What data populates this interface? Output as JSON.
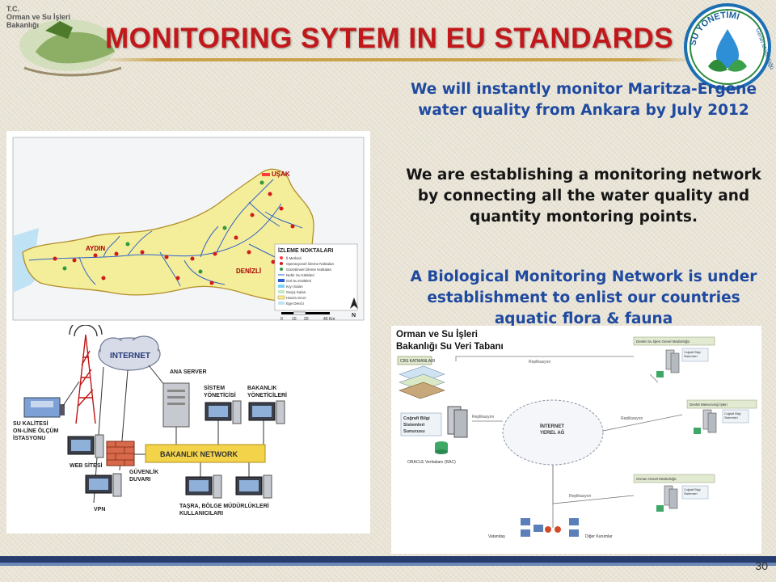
{
  "ministry_logo": {
    "line1": "T.C.",
    "line2": "Orman ve Su İşleri",
    "line3": "Bakanlığı"
  },
  "title": "MONITORING SYTEM IN EU STANDARDS",
  "dsi_logo": {
    "text_su": "SU YÖNETİMİ",
    "text_genel": "Genel Müdürlüğü"
  },
  "paragraphs": {
    "p1": "We will instantly monitor Maritza-Ergene water quality from Ankara by July 2012",
    "p2": "We are establishing a monitoring network by connecting all the water quality and quantity montoring points.",
    "p3": "A Biological Monitoring Network is under establishment to enlist our countries aquatic flora & fauna"
  },
  "map": {
    "city_usak": "UŞAK",
    "city_aydin": "AYDIN",
    "city_denizli": "DENİZLİ",
    "legend_title": "İZLEME NOKTALARI",
    "legend_items": [
      "İl Merkezi",
      "Operasyonel İzleme Noktaları",
      "Gözetimsel İzleme Noktaları",
      "Nehir Su Kütleleri",
      "Göl Su Kütleleri",
      "Kıyı Suları",
      "Geçiş Suları",
      "Havza Sınırı",
      "Ege Denizi"
    ],
    "scale_labels": [
      "0",
      "10",
      "20",
      "40 Km"
    ],
    "north": "N"
  },
  "network": {
    "internet": "INTERNET",
    "ana_server": "ANA SERVER",
    "sistem_yoneticisi": [
      "SİSTEM",
      "YÖNETİCİSİ"
    ],
    "bakanlik_yoneticileri": [
      "BAKANLIK",
      "YÖNETİCİLERİ"
    ],
    "bakanlik_network": "BAKANLIK NETWORK",
    "station": [
      "SU KALİTESİ",
      "ON-LİNE ÖLÇÜM",
      "İSTASYONU"
    ],
    "web_sitesi": "WEB SİTESİ",
    "guvenlik": [
      "GÜVENLİK",
      "DUVARI"
    ],
    "vpn": "VPN",
    "tasra": [
      "TAŞRA, BÖLGE MÜDÜRLÜKLERİ",
      "KULLANICILARI"
    ]
  },
  "database": {
    "title_line1": "Orman ve Su İşleri",
    "title_line2": "Bakanlığı Su Veri Tabanı",
    "cbs_katmanlari": "CBS KATMANLARI",
    "cografi_bilgi": [
      "Coğrafi Bilgi",
      "Sistemleri",
      "Sunucusu"
    ],
    "oracle_rac": "ORACLE Veritabanı (RAC)",
    "internet_yerel": [
      "İNTERNET",
      "YEREL AĞ"
    ],
    "replikasyon": "Replikasyon",
    "dsi": "Devlet Su İşleri Genel Müdürlüğü",
    "dmi": "Devlet Meteoroloji İşleri",
    "ogm": "Orman Genel Müdürlüğü",
    "vatandas": "Vatandaş",
    "diger": "Diğer Kurumlar"
  },
  "page_number": "30"
}
